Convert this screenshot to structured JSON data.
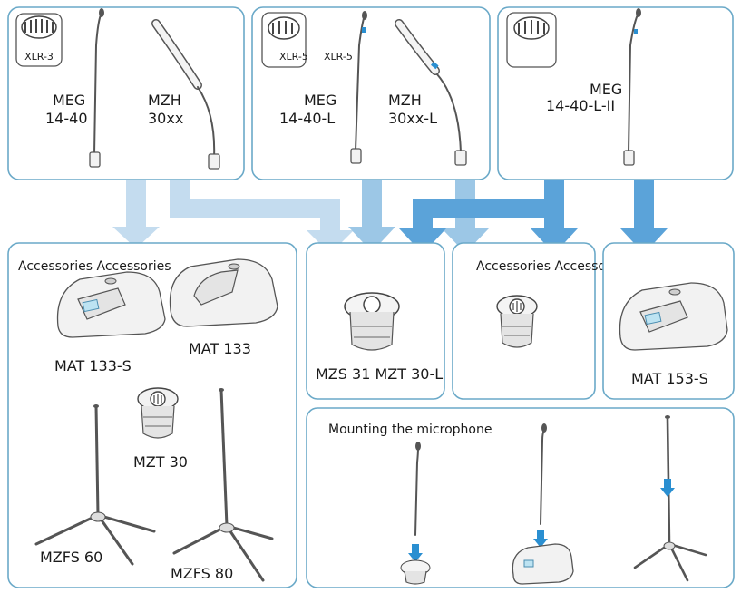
{
  "connectors": {
    "xlr3": "XLR-3",
    "xlr5_a": "XLR-5",
    "xlr5_b": "XLR-5"
  },
  "microphones": {
    "meg1440_model": "MEG",
    "meg1440_num": "14-40",
    "mzh30xx_model": "MZH",
    "mzh30xx_num": "30xx",
    "meg1440l_model": "MEG",
    "meg1440l_num": "14-40-L",
    "mzh30xxl_model": "MZH",
    "mzh30xxl_num": "30xx-L",
    "meg1440lii_model": "MEG",
    "meg1440lii_num": "14-40-L-II"
  },
  "accessories_left": {
    "heading": "Accessories Accessories",
    "mat133s": "MAT 133-S",
    "mat133": "MAT 133",
    "mzt30": "MZT 30",
    "mzfs60": "MZFS 60",
    "mzfs80": "MZFS 80"
  },
  "accessories_mid": {
    "mzs31_mzt30l": "MZS 31 MZT 30-L"
  },
  "accessories_right": {
    "heading": "Accessories Accessories"
  },
  "accessories_far_right": {
    "mat153s": "MAT 153-S"
  },
  "mounting": {
    "heading": "Mounting the microphone"
  },
  "colors": {
    "box_border": "#6aa9c8",
    "arrow_light": "#c4dcef",
    "arrow_mid": "#9cc7e6",
    "arrow_dark": "#5ba3d9",
    "accent_blue": "#2a8fd1"
  }
}
